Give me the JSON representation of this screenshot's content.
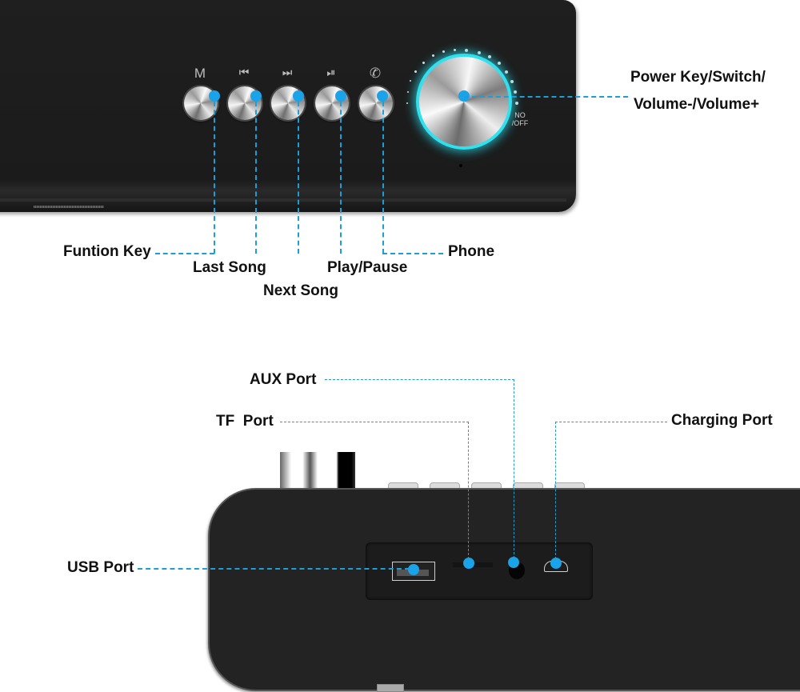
{
  "top_view": {
    "buttons": [
      {
        "id": "function",
        "glyph": "M",
        "icon": "mode-icon",
        "label": "Funtion Key"
      },
      {
        "id": "last-song",
        "glyph": "⏮",
        "icon": "previous-track-icon",
        "label": "Last Song"
      },
      {
        "id": "next-song",
        "glyph": "⏭",
        "icon": "next-track-icon",
        "label": "Next Song"
      },
      {
        "id": "play-pause",
        "glyph": "⏯",
        "icon": "play-pause-icon",
        "label": "Play/Pause"
      },
      {
        "id": "phone",
        "glyph": "✆",
        "icon": "phone-icon",
        "label": "Phone"
      }
    ],
    "knob": {
      "label_line1": "Power Key/Switch/",
      "label_line2": "Volume-/Volume+",
      "onoff_line1": "NO",
      "onoff_line2": "/OFF",
      "ring_color": "#2fe0ef"
    }
  },
  "back_view": {
    "ports": [
      {
        "id": "usb",
        "label": "USB Port"
      },
      {
        "id": "tf",
        "label": "TF  Port"
      },
      {
        "id": "aux",
        "label": "AUX Port"
      },
      {
        "id": "charging",
        "label": "Charging Port"
      }
    ]
  },
  "colors": {
    "callout_line": "#1a9fd8",
    "pin": "#1aa3e8",
    "device_body": "#1f1f1f"
  }
}
